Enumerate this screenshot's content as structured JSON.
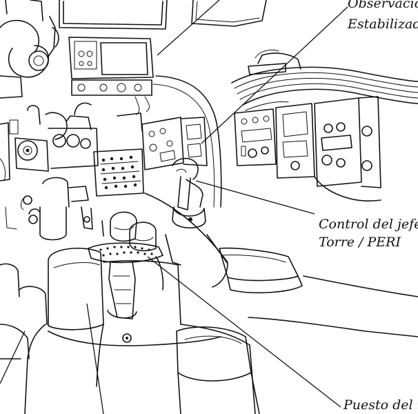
{
  "labels": {
    "observacion_line1": "Observacion",
    "observacion_line2": "Estabilizad",
    "control_line1": "Control del jefe de",
    "control_line2": "Torre / PERI",
    "puesto_line1": "Puesto del ti"
  },
  "colors": {
    "ink": "#111111",
    "paper": "#ffffff"
  }
}
